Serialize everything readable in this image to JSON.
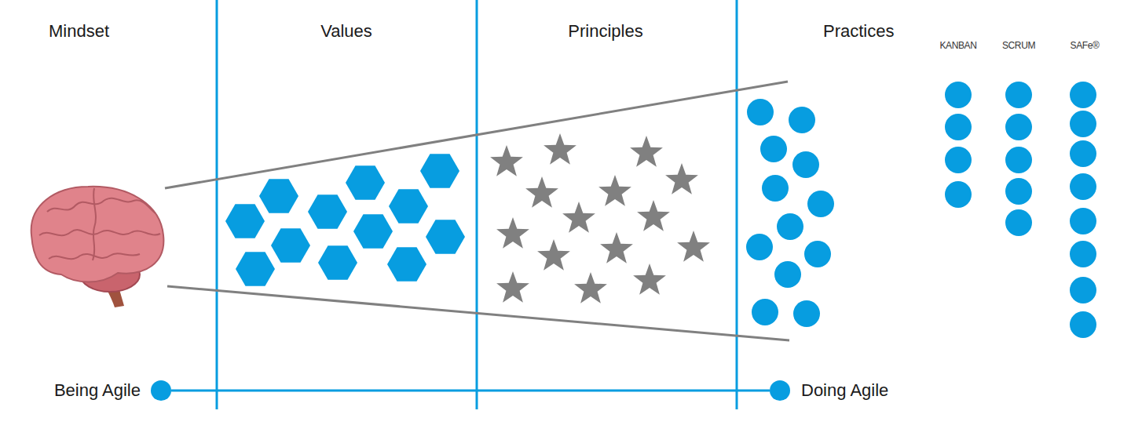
{
  "diagram": {
    "nodes": [
      {
        "text": [
          "Being Agile"
        ]
      },
      {
        "text": [
          "Doing Agile"
        ]
      }
    ],
    "edges": [
      {
        "from": 0,
        "to": 1,
        "arrow": "none"
      }
    ],
    "labels": [
      "Mindset",
      "Values",
      "Principles",
      "Practices",
      "KANBAN",
      "SCRUM",
      "SAFe®"
    ]
  }
}
